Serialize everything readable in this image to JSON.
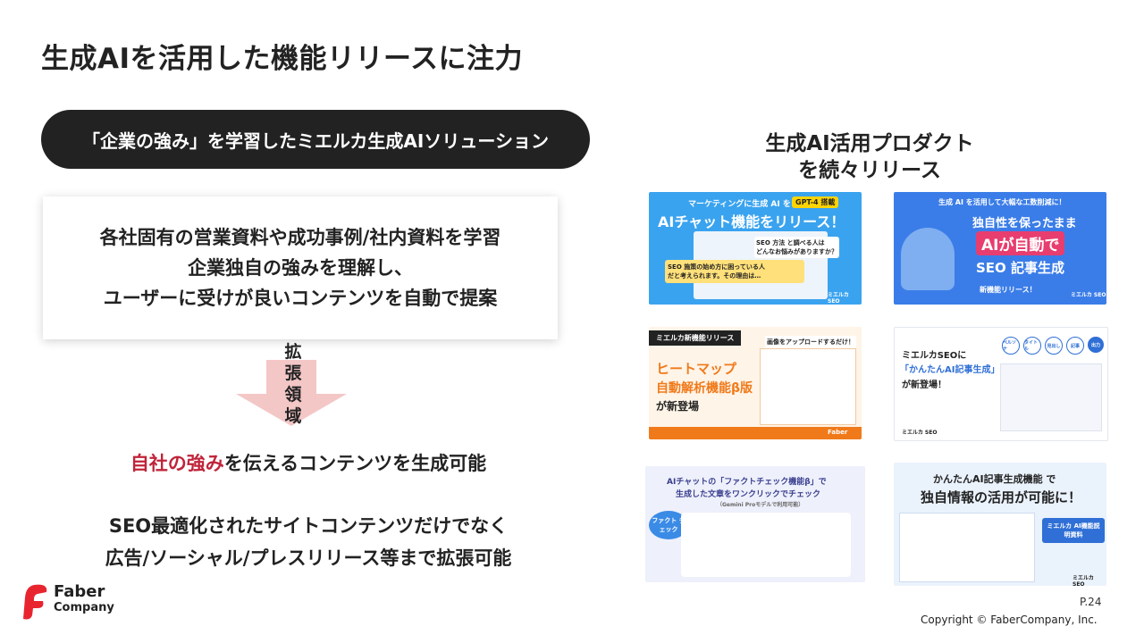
{
  "title": "生成AIを活用した機能リリースに注力",
  "pill_label": "「企業の強み」を学習したミエルカ生成AIソリューション",
  "card": {
    "line1": "各社固有の営業資料や成功事例/社内資料を学習",
    "line2": "企業独自の強みを理解し、",
    "line3": "ユーザーに受けが良いコンテンツを自動で提案"
  },
  "arrow_label": [
    "拡",
    "張",
    "領",
    "域"
  ],
  "strength": {
    "highlight": "自社の強み",
    "rest": "を伝えるコンテンツを生成可能"
  },
  "seo": {
    "line1": "SEO最適化されたサイトコンテンツだけでなく",
    "line2": "広告/ソーシャル/プレスリリース等まで拡張可能"
  },
  "logo": {
    "name": "Faber",
    "sub": "Company"
  },
  "right_heading": {
    "line1": "生成AI活用プロダクト",
    "line2": "を続々リリース"
  },
  "thumbs": [
    {
      "top": "マーケティングに生成 AI をフル活用！",
      "badge": "GPT-4 搭載",
      "headline": "AIチャット機能をリリース！",
      "bubble1": "SEO 方法 と調べる人は\nどんなお悩みがありますか？",
      "bubble2": "SEO 施策の始め方に困っている人\nだと考えられます。その理由は…",
      "brand": "ミエルカ SEO"
    },
    {
      "top": "生成 AI を活用して大幅な工数削減に！",
      "line1": "独自性を保ったまま",
      "line2": "AIが自動で",
      "line3": "SEO 記事生成",
      "footer": "新機能リリース！",
      "brand": "ミエルカ SEO"
    },
    {
      "tag": "ミエルカ新機能リリース",
      "line1": "ヒートマップ",
      "line2": "自動解析機能β版",
      "line3": "が新登場",
      "callout": "画像をアップロードするだけ！",
      "brand": "Faber"
    },
    {
      "line1": "ミエルカSEOに",
      "line2": "「かんたんAI記事生成」",
      "line3": "が新登場！",
      "steps": [
        "ペルソナ",
        "タイトル",
        "見出し",
        "記事",
        "出力"
      ],
      "brand": "ミエルカ SEO"
    },
    {
      "line1": "AIチャットの「ファクトチェック機能β」で",
      "line2": "生成した文章をワンクリックでチェック",
      "line3": "（Gemini Proモデルで利用可能）",
      "badge": "ファクト チェック"
    },
    {
      "line1": "かんたんAI記事生成機能 で",
      "line2": "独自情報の活用が可能に！",
      "box1": "ミエルカ AI機能説明資料",
      "brand": "ミエルカ SEO"
    }
  ],
  "page_no": "P.24",
  "copyright": "Copyright © FaberCompany, Inc.",
  "colors": {
    "red": "#c0243a",
    "pill": "#222222",
    "arrow": "#f4c7c7",
    "blue": "#2f8be0",
    "orange": "#f07a1a"
  }
}
